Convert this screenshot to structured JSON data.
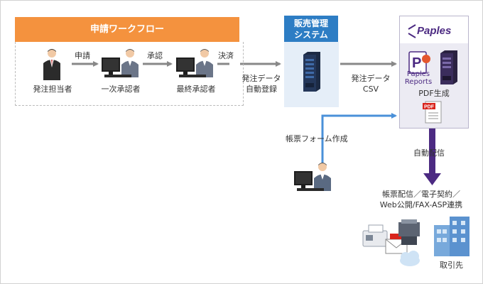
{
  "workflow": {
    "title": "申請ワークフロー",
    "persons": [
      "発注担当者",
      "一次承認者",
      "最終承認者"
    ],
    "steps": [
      "申請",
      "承認",
      "決済"
    ]
  },
  "sales_system": {
    "title_line1": "販売管理",
    "title_line2": "システム"
  },
  "arrows": {
    "to_sales_line1": "発注データ",
    "to_sales_line2": "自動登録",
    "to_paples_line1": "発注データ",
    "to_paples_line2": "CSV",
    "form_creation": "帳票フォーム作成",
    "auto_delivery": "自動配信"
  },
  "paples": {
    "logo": "Paples",
    "reports_line1": "Paples",
    "reports_line2": "Reports",
    "pdf_generation": "PDF生成",
    "pdf_badge": "PDF"
  },
  "delivery": {
    "line1": "帳票配信／電子契約／",
    "line2": "Web公開/FAX-ASP連携"
  },
  "client_label": "取引先",
  "colors": {
    "workflow_orange": "#f4923e",
    "sales_blue": "#2d7dc4",
    "paples_purple": "#4c2a82",
    "arrow_gray": "#888888",
    "arrow_blue": "#4a90d9"
  },
  "icons": [
    "businessman-icon",
    "computer-user-icon",
    "server-icon",
    "pdf-document-icon",
    "fax-icon",
    "mail-icon",
    "printer-icon",
    "cloud-icon",
    "building-icon"
  ]
}
